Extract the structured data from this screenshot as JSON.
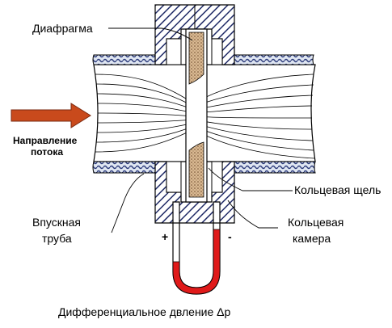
{
  "labels": {
    "diaphragm": "Диафрагма",
    "flow_direction_line1": "Направление",
    "flow_direction_line2": "потока",
    "annular_gap": "Кольцевая щель",
    "inlet_pipe_line1": "Впускная",
    "inlet_pipe_line2": "труба",
    "annular_chamber_line1": "Кольцевая",
    "annular_chamber_line2": "камера",
    "plus_sign": "+",
    "minus_sign": "-",
    "caption": "Дифференциальное двление Δp"
  },
  "colors": {
    "arrow": "#c94a1c",
    "pipe_wall": "#2b3a7a",
    "flange_hatch": "#1f2a66",
    "diaphragm_fill": "#d9b892",
    "manometer_fluid": "#e01a1a",
    "outline": "#000000"
  }
}
